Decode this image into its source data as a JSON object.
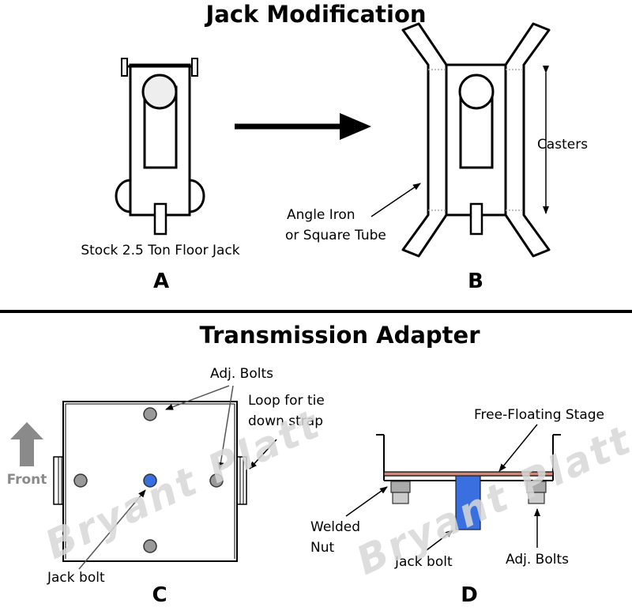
{
  "sections": {
    "top_title": "Jack Modification",
    "bottom_title": "Transmission Adapter"
  },
  "labels": {
    "stock_jack": "Stock 2.5 Ton Floor Jack",
    "casters": "Casters",
    "angle_iron_line1": "Angle Iron",
    "angle_iron_line2": "or Square Tube",
    "adj_bolts_top": "Adj. Bolts",
    "loop_line1": "Loop for tie",
    "loop_line2": "down strap",
    "front": "Front",
    "jack_bolt_c": "Jack bolt",
    "free_floating_stage": "Free-Floating Stage",
    "welded_line1": "Welded",
    "welded_line2": "Nut",
    "jack_bolt_d": "Jack bolt",
    "adj_bolts_d": "Adj. Bolts"
  },
  "panels": {
    "a": "A",
    "b": "B",
    "c": "C",
    "d": "D"
  },
  "watermark": "Bryant Platt",
  "colors": {
    "jack_bolt": "#3a6fe0",
    "bolt_gray": "#999999",
    "stage": "#c98a7e",
    "front_arrow": "#8a8a8a",
    "watermark": "#d8d8d8"
  }
}
